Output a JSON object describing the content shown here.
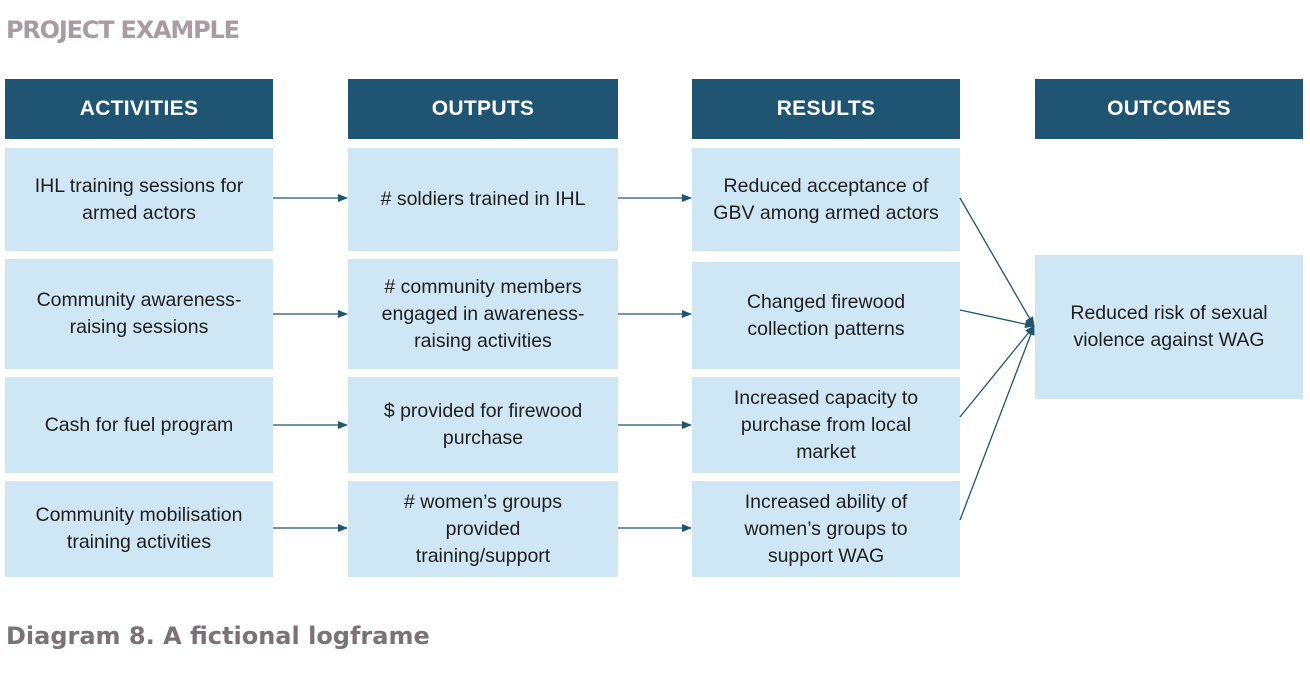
{
  "header_label": "PROJECT EXAMPLE",
  "columns": {
    "activities": "ACTIVITIES",
    "outputs": "OUTPUTS",
    "results": "RESULTS",
    "outcomes": "OUTCOMES"
  },
  "activities": [
    "IHL training sessions for armed actors",
    "Community awareness-raising sessions",
    "Cash for fuel program",
    "Community mobilisation training activities"
  ],
  "outputs": [
    "# soldiers trained in IHL",
    "# community members engaged in awareness-raising activities",
    "$ provided for firewood purchase",
    "# women’s groups provided training/support"
  ],
  "results": [
    "Reduced acceptance of GBV among armed actors",
    "Changed firewood collection patterns",
    "Increased capacity to purchase from local market",
    "Increased ability of women’s groups to support WAG"
  ],
  "outcome": "Reduced risk of sexual violence against WAG",
  "caption": "Diagram 8. A fictional logframe",
  "colors": {
    "header_bg": "#1f5472",
    "box_bg": "#cfe6f5",
    "arrow": "#1f5472"
  }
}
